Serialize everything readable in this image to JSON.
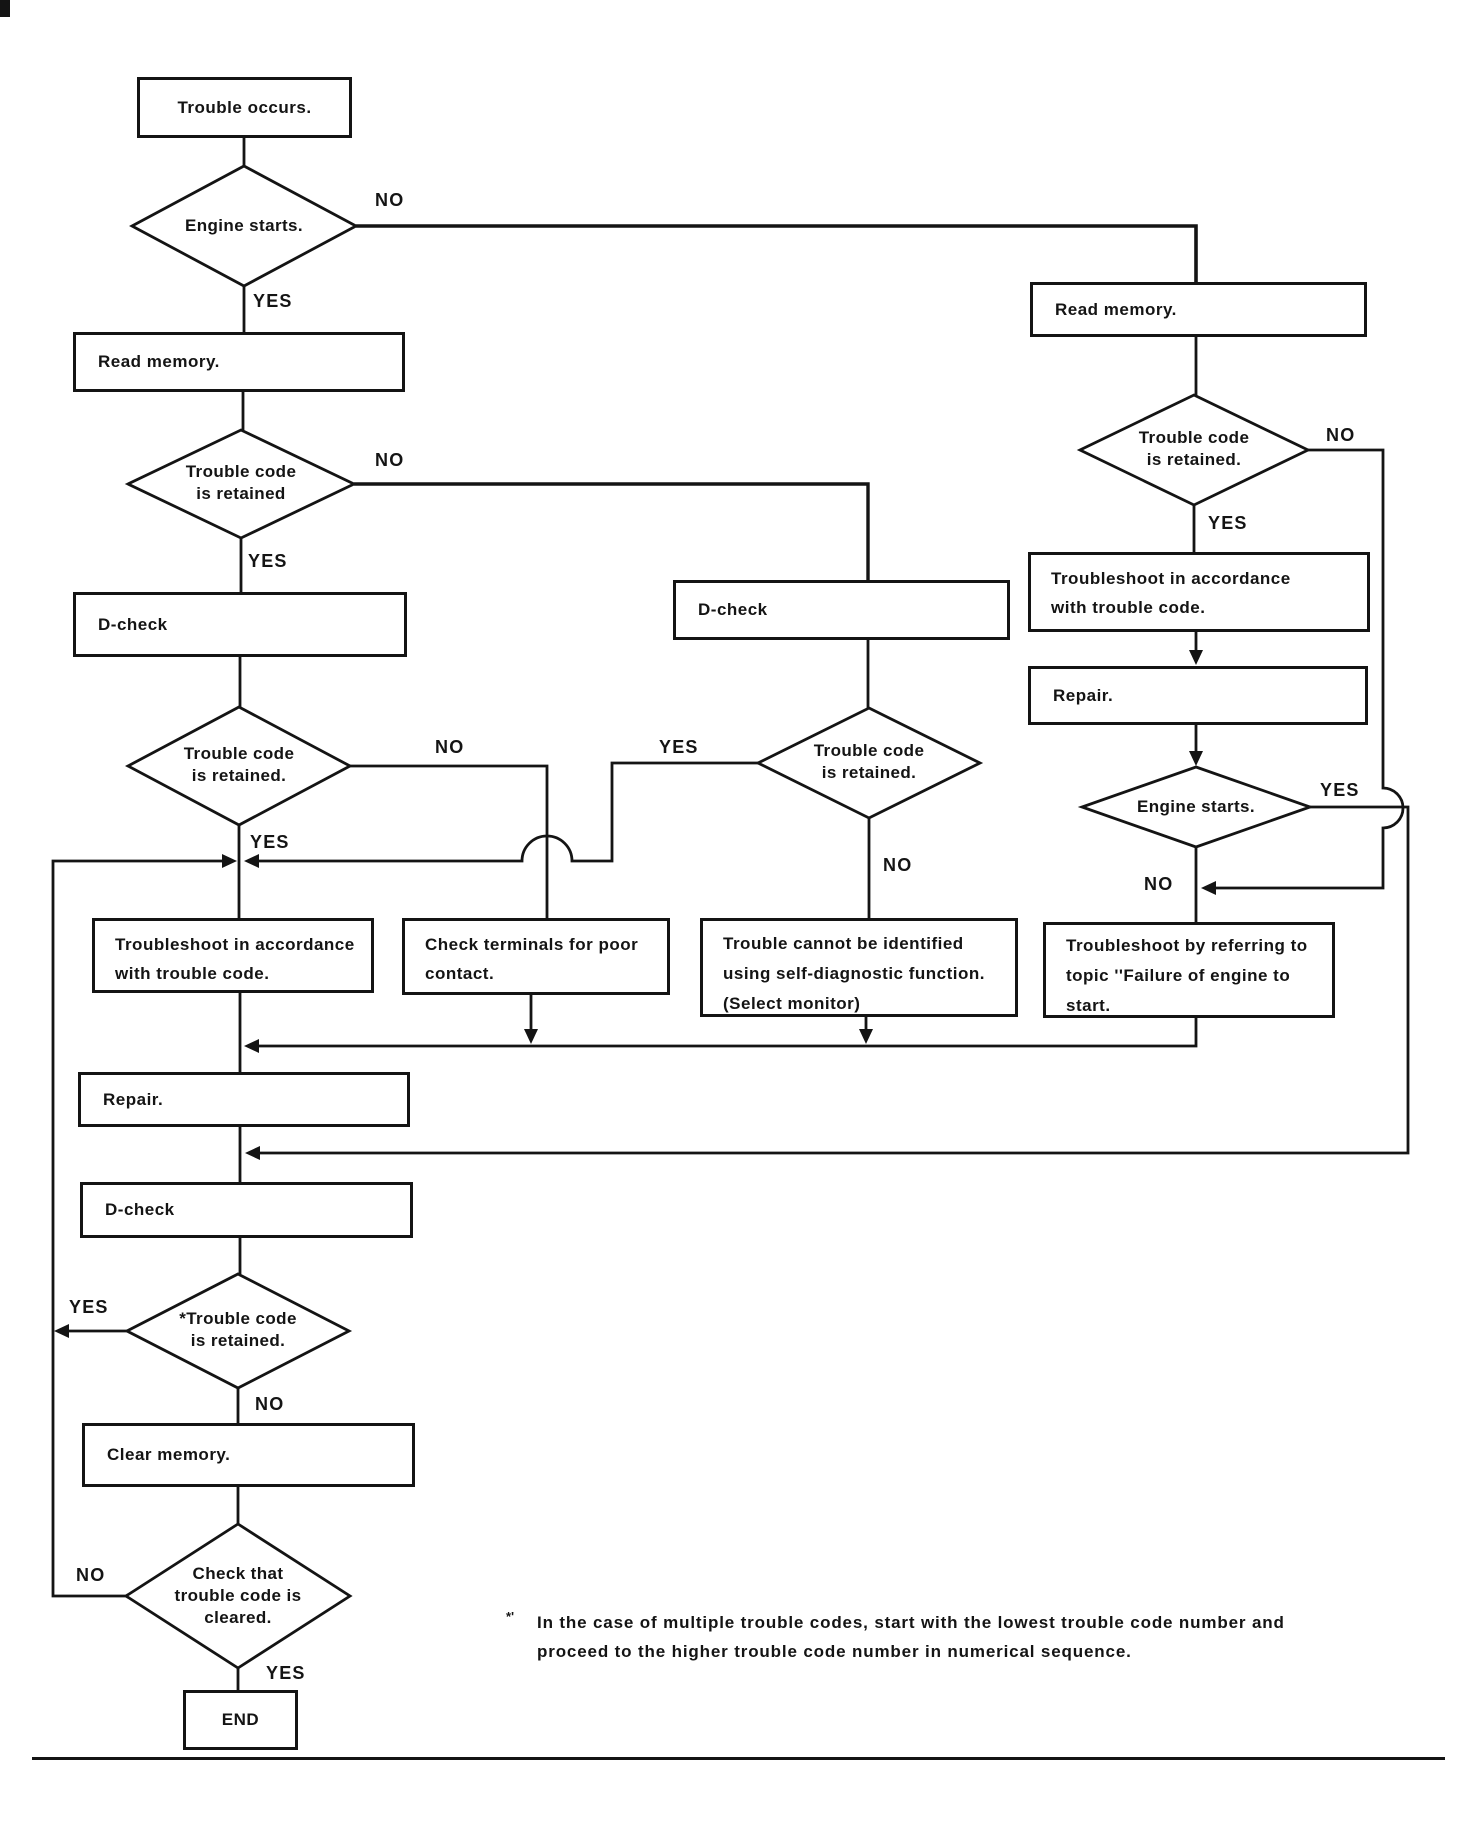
{
  "colors": {
    "ink": "#141414",
    "background": "#ffffff"
  },
  "boxes": {
    "trouble_occurs": {
      "label": "Trouble occurs."
    },
    "read_memory_left": {
      "label": "Read memory."
    },
    "dcheck_left1": {
      "label": "D-check"
    },
    "dcheck_middle": {
      "label": "D-check"
    },
    "troubleshoot_left": {
      "lines": [
        "Troubleshoot in accordance",
        "with trouble code."
      ]
    },
    "check_terminals": {
      "lines": [
        "Check terminals for poor",
        "contact."
      ]
    },
    "trouble_cannot": {
      "lines": [
        "Trouble cannot be identified",
        "using self-diagnostic function.",
        "(Select monitor)"
      ]
    },
    "troubleshoot_refer": {
      "lines": [
        "Troubleshoot by referring to",
        "topic ''Failure of engine to",
        "start."
      ]
    },
    "read_memory_right": {
      "label": "Read memory."
    },
    "troubleshoot_right": {
      "lines": [
        "Troubleshoot in accordance",
        "with trouble code."
      ]
    },
    "repair_right": {
      "label": "Repair."
    },
    "repair_left": {
      "label": "Repair."
    },
    "dcheck_left2": {
      "label": "D-check"
    },
    "clear_memory": {
      "label": "Clear memory."
    },
    "end": {
      "label": "END"
    }
  },
  "diamonds": {
    "engine_starts_top": {
      "lines": [
        "Engine starts."
      ]
    },
    "code_retained_1": {
      "lines": [
        "Trouble code",
        "is retained"
      ]
    },
    "code_retained_2": {
      "lines": [
        "Trouble code",
        "is retained."
      ]
    },
    "code_retained_mid": {
      "lines": [
        "Trouble code",
        "is retained."
      ]
    },
    "code_retained_right": {
      "lines": [
        "Trouble code",
        "is retained."
      ]
    },
    "engine_starts_right": {
      "lines": [
        "Engine starts."
      ]
    },
    "code_retained_star": {
      "lines": [
        "*Trouble code",
        "is retained."
      ]
    },
    "code_cleared": {
      "lines": [
        "Check that",
        "trouble code is",
        "cleared."
      ]
    }
  },
  "edge_labels": {
    "no1": "NO",
    "yes1": "YES",
    "no2": "NO",
    "yes2": "YES",
    "no3": "NO",
    "yes3": "YES",
    "yes4": "YES",
    "no4": "NO",
    "no5": "NO",
    "yes5": "YES",
    "yes6": "YES",
    "no6": "NO",
    "yes7": "YES",
    "no7": "NO",
    "no8": "NO",
    "yes8": "YES"
  },
  "footnote": {
    "marker": "*'",
    "line1": "In the case of multiple trouble codes, start with the lowest trouble code number and",
    "line2": "proceed to the higher trouble code number in numerical sequence."
  }
}
